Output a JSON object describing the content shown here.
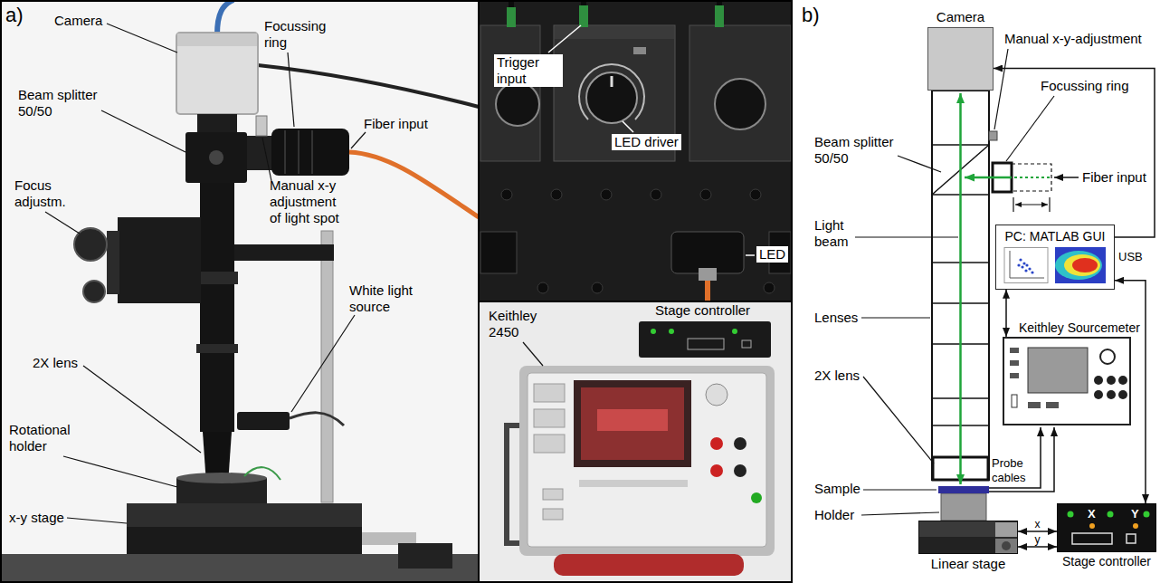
{
  "diagram": {
    "nodes": [
      {
        "text": [
          "Camera"
        ]
      },
      {
        "text": [
          "PC: MATLAB GUI"
        ]
      },
      {
        "text": [
          "Keithley Sourcemeter"
        ]
      },
      {
        "text": [
          "Linear stage"
        ]
      },
      {
        "text": [
          "Stage controller",
          "X",
          "Y"
        ]
      }
    ],
    "edges": [
      {
        "from": 1,
        "to": 0,
        "arrow": "to"
      },
      {
        "from": 1,
        "to": 2,
        "arrow": "both"
      },
      {
        "from": 1,
        "to": 4,
        "arrow": "both"
      },
      {
        "from": 3,
        "to": 4,
        "label": "x",
        "arrow": "both"
      },
      {
        "from": 3,
        "to": 4,
        "label": "y",
        "arrow": "both"
      }
    ],
    "labels": [
      "a)",
      "Camera",
      "Focussing ring",
      "Beam splitter 50/50",
      "Fiber input",
      "Manual x-y adjustment of light spot",
      "Focus adjustm.",
      "White light source",
      "2X lens",
      "Rotational holder",
      "x-y stage",
      "Trigger input",
      "LED driver",
      "LED",
      "Keithley 2450",
      "Stage controller",
      "b)",
      "Manual x-y-adjustment",
      "Focussing ring",
      "Fiber input",
      "Beam splitter 50/50",
      "Light beam",
      "Lenses",
      "2X lens",
      "Sample",
      "Holder",
      "Probe cables",
      "USB"
    ]
  }
}
